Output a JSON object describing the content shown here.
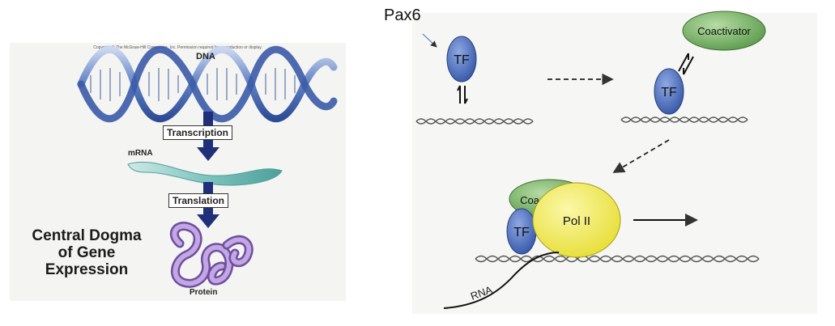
{
  "left_figure": {
    "copyright": "Copyright © The McGraw-Hill Companies, Inc. Permission required for reproduction or display.",
    "dna_label": "DNA",
    "transcription_label": "Transcription",
    "mrna_label": "mRNA",
    "translation_label": "Translation",
    "protein_label": "Protein",
    "title_lines": [
      "Central Dogma",
      "of Gene",
      "Expression"
    ]
  },
  "right_figure": {
    "pax6_label": "Pax6",
    "tf_label": "TF",
    "coactivator_label": "Coactivator",
    "coactivator_partial_label": "Coa",
    "pol2_label": "Pol II",
    "rna_label": "RNA"
  },
  "colors": {
    "tf_blue": "#4a6fc2",
    "coactivator_green": "#79b368",
    "pol2_yellow": "#f3ee55",
    "dna_blue": "#5d7fc0",
    "mrna_teal": "#7fc4c0",
    "protein_purple": "#a07ac8",
    "arrow_navy": "#1f2f7a"
  }
}
